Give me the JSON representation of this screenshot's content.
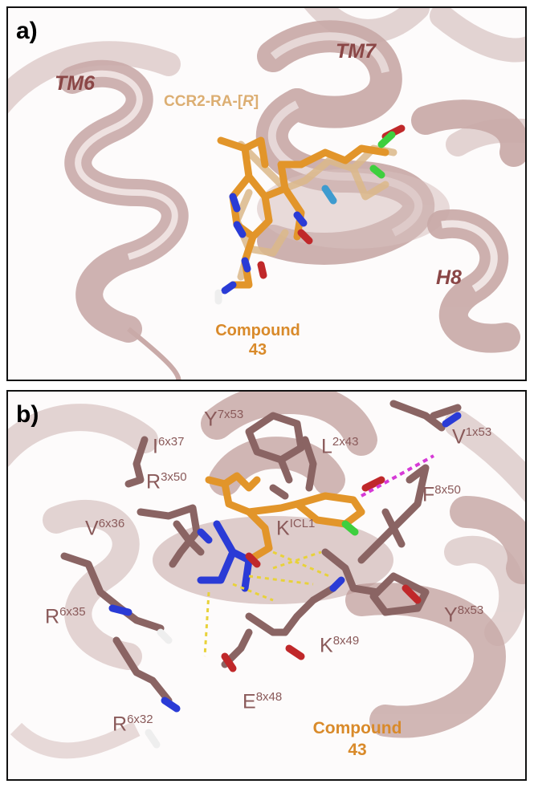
{
  "panel_a": {
    "label": "a)",
    "helices": {
      "tm6": "TM6",
      "tm7": "TM7",
      "h8": "H8"
    },
    "ligands": {
      "ref": "CCR2-RA-[R]",
      "ref_prefix": "CCR2-RA-[",
      "ref_italic": "R",
      "ref_suffix": "]",
      "cmpd_line1": "Compound",
      "cmpd_line2": "43"
    }
  },
  "panel_b": {
    "label": "b)",
    "residues": [
      {
        "id": "Y7x53",
        "name": "Y",
        "pos": "7x53"
      },
      {
        "id": "I6x37",
        "name": "I",
        "pos": "6x37"
      },
      {
        "id": "L2x43",
        "name": "L",
        "pos": "2x43"
      },
      {
        "id": "V1x53",
        "name": "V",
        "pos": "1x53"
      },
      {
        "id": "R3x50",
        "name": "R",
        "pos": "3x50"
      },
      {
        "id": "F8x50",
        "name": "F",
        "pos": "8x50"
      },
      {
        "id": "V6x36",
        "name": "V",
        "pos": "6x36"
      },
      {
        "id": "KICL1",
        "name": "K",
        "pos": "ICL1"
      },
      {
        "id": "R6x35",
        "name": "R",
        "pos": "6x35"
      },
      {
        "id": "Y8x53",
        "name": "Y",
        "pos": "8x53"
      },
      {
        "id": "K8x49",
        "name": "K",
        "pos": "8x49"
      },
      {
        "id": "E8x48",
        "name": "E",
        "pos": "8x48"
      },
      {
        "id": "R6x32",
        "name": "R",
        "pos": "6x32"
      }
    ],
    "ligands": {
      "cmpd_line1": "Compound",
      "cmpd_line2": "43"
    }
  },
  "colors": {
    "ribbon": "#c9aaa8",
    "ribbon_dark": "#9e7c7a",
    "residue_stick": "#8a6463",
    "compound": "#e2952a",
    "reference": "#dcb98a",
    "nitrogen": "#2a3bd6",
    "oxygen": "#c0282a",
    "chlorine": "#3ecf3e",
    "hbond": "#e8d23a",
    "pi_stack": "#d63ad6",
    "helix_label": "#8a4646",
    "ligand_label": "#d98a2a"
  }
}
